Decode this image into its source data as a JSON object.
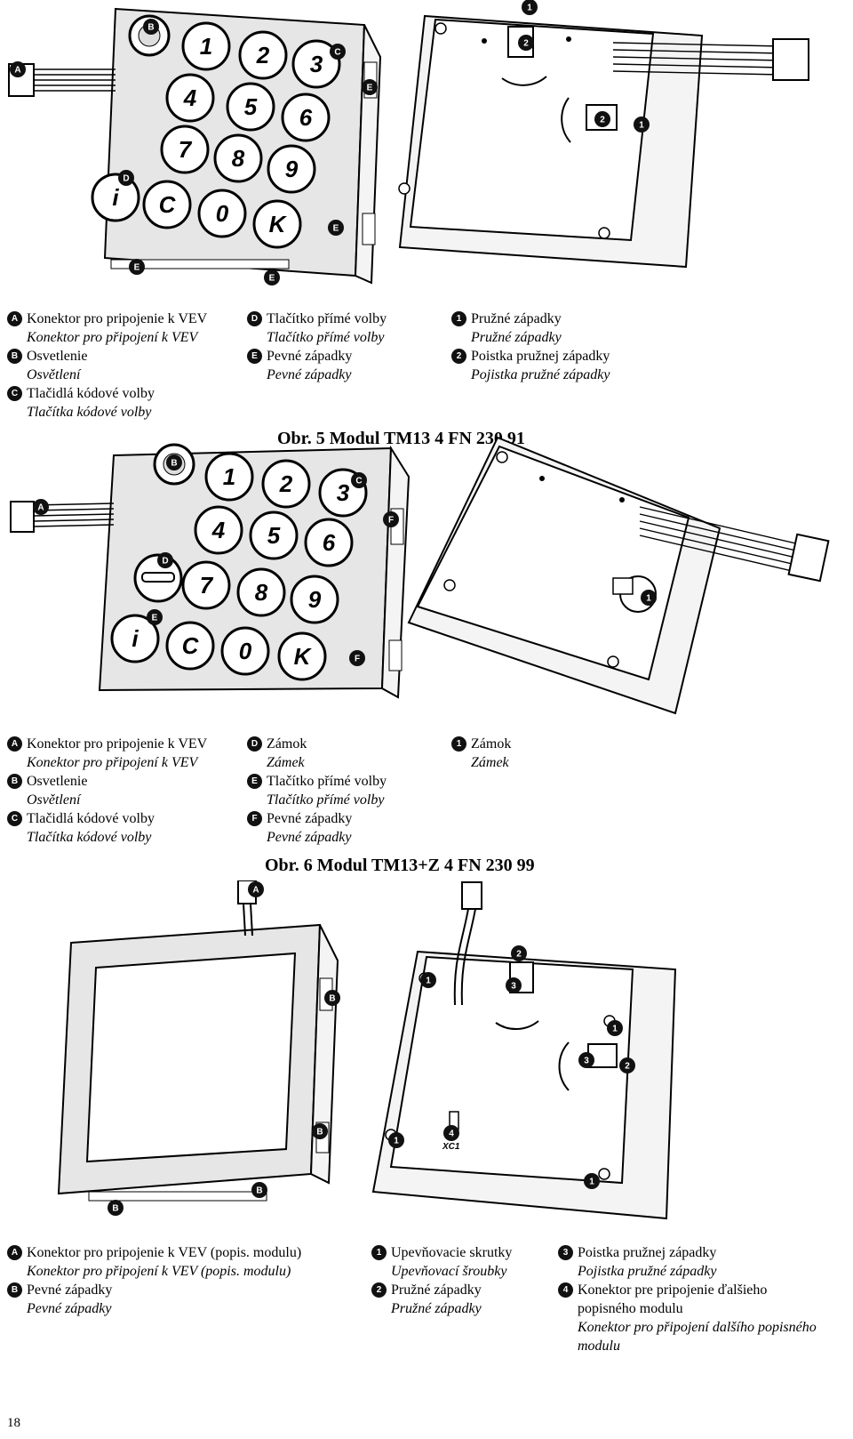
{
  "fig5": {
    "caption": "Obr. 5 Modul TM13 4 FN 230 91",
    "keys": [
      "1",
      "2",
      "3",
      "4",
      "5",
      "6",
      "7",
      "8",
      "9",
      "i",
      "C",
      "0",
      "K"
    ],
    "callouts": [
      "A",
      "B",
      "C",
      "D",
      "E",
      "1",
      "2"
    ],
    "legend": [
      [
        {
          "badge": "A",
          "sk": "Konektor pro pripojenie k VEV",
          "cz": "Konektor pro připojení k VEV"
        },
        {
          "badge": "B",
          "sk": "Osvetlenie",
          "cz": "Osvětlení"
        },
        {
          "badge": "C",
          "sk": "Tlačidlá kódové volby",
          "cz": "Tlačítka kódové volby"
        }
      ],
      [
        {
          "badge": "D",
          "sk": "Tlačítko přímé volby",
          "cz": "Tlačítko přímé volby"
        },
        {
          "badge": "E",
          "sk": "Pevné západky",
          "cz": "Pevné západky"
        }
      ],
      [
        {
          "badge": "1",
          "sk": "Pružné západky",
          "cz": "Pružné západky"
        },
        {
          "badge": "2",
          "sk": "Poistka pružnej západky",
          "cz": "Pojistka pružné západky"
        }
      ]
    ]
  },
  "fig6": {
    "caption": "Obr. 6 Modul TM13+Z 4 FN 230 99",
    "keys": [
      "1",
      "2",
      "3",
      "4",
      "5",
      "6",
      "7",
      "8",
      "9",
      "i",
      "C",
      "0",
      "K"
    ],
    "callouts": [
      "A",
      "B",
      "C",
      "D",
      "E",
      "F",
      "1"
    ],
    "legend": [
      [
        {
          "badge": "A",
          "sk": "Konektor pro pripojenie k VEV",
          "cz": "Konektor pro připojení k VEV"
        },
        {
          "badge": "B",
          "sk": "Osvetlenie",
          "cz": "Osvětlení"
        },
        {
          "badge": "C",
          "sk": "Tlačidlá kódové volby",
          "cz": "Tlačítka kódové volby"
        }
      ],
      [
        {
          "badge": "D",
          "sk": "Zámok",
          "cz": "Zámek"
        },
        {
          "badge": "E",
          "sk": "Tlačítko přímé volby",
          "cz": "Tlačítko přímé volby"
        },
        {
          "badge": "F",
          "sk": "Pevné západky",
          "cz": "Pevné západky"
        }
      ],
      [
        {
          "badge": "1",
          "sk": "Zámok",
          "cz": "Zámek"
        }
      ]
    ]
  },
  "fig7": {
    "pcb_label": "XC1",
    "callouts": [
      "A",
      "B",
      "1",
      "2",
      "3",
      "4"
    ],
    "legend": [
      [
        {
          "badge": "A",
          "sk": "Konektor pro pripojenie k VEV (popis. modulu)",
          "cz": "Konektor pro připojení k VEV (popis. modulu)"
        },
        {
          "badge": "B",
          "sk": "Pevné západky",
          "cz": "Pevné západky"
        }
      ],
      [
        {
          "badge": "1",
          "sk": "Upevňovacie skrutky",
          "cz": "Upevňovací šroubky"
        },
        {
          "badge": "2",
          "sk": "Pružné západky",
          "cz": "Pružné západky"
        }
      ],
      [
        {
          "badge": "3",
          "sk": "Poistka pružnej západky",
          "cz": "Pojistka pružné západky"
        },
        {
          "badge": "4",
          "sk": "Konektor pre pripojenie ďalšieho popisného modulu",
          "cz": "Konektor pro připojení dalšího popisného modulu"
        }
      ]
    ]
  },
  "page_number": "18"
}
